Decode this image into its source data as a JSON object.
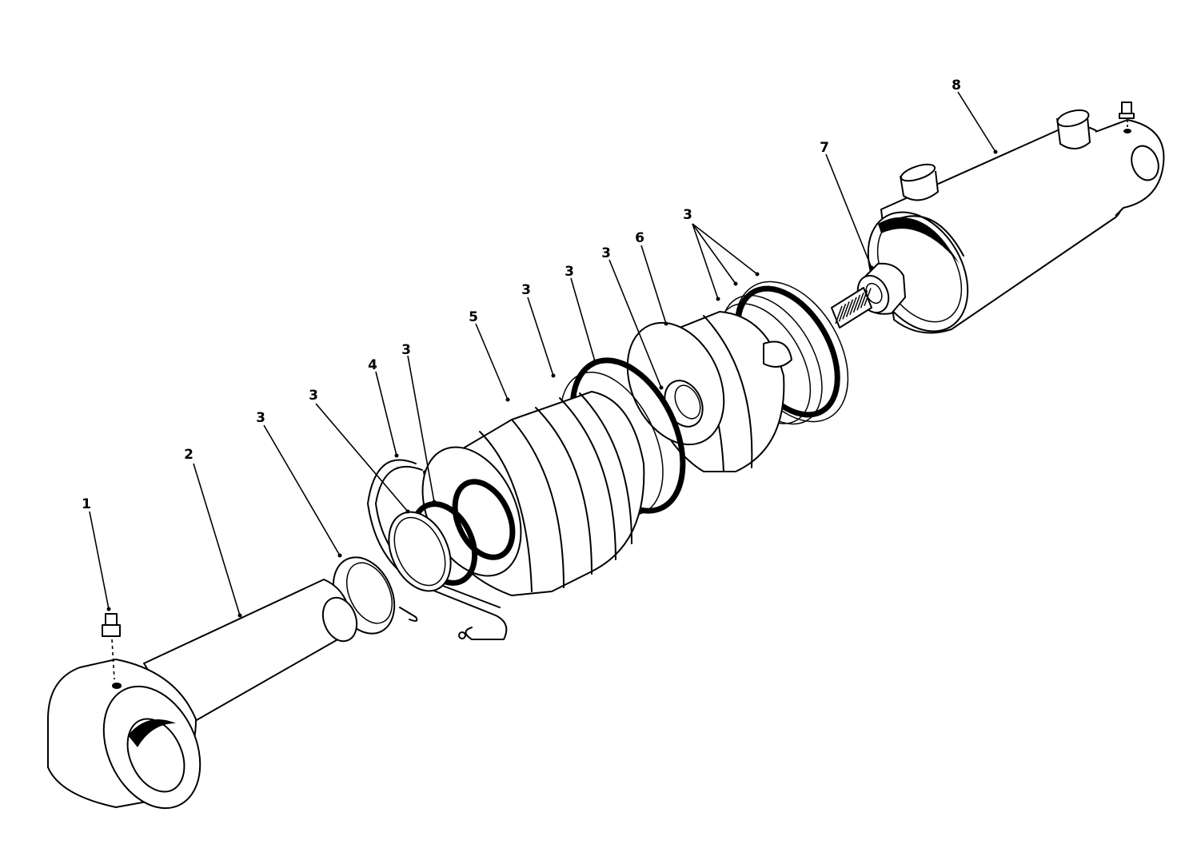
{
  "callouts": [
    {
      "id": "c1",
      "text": "1"
    },
    {
      "id": "c2",
      "text": "2"
    },
    {
      "id": "c3a",
      "text": "3"
    },
    {
      "id": "c3b",
      "text": "3"
    },
    {
      "id": "c4",
      "text": "4"
    },
    {
      "id": "c3c",
      "text": "3"
    },
    {
      "id": "c5",
      "text": "5"
    },
    {
      "id": "c3d",
      "text": "3"
    },
    {
      "id": "c3e",
      "text": "3"
    },
    {
      "id": "c3f",
      "text": "3"
    },
    {
      "id": "c6",
      "text": "6"
    },
    {
      "id": "c3g",
      "text": "3"
    },
    {
      "id": "c7",
      "text": "7"
    },
    {
      "id": "c8",
      "text": "8"
    }
  ]
}
